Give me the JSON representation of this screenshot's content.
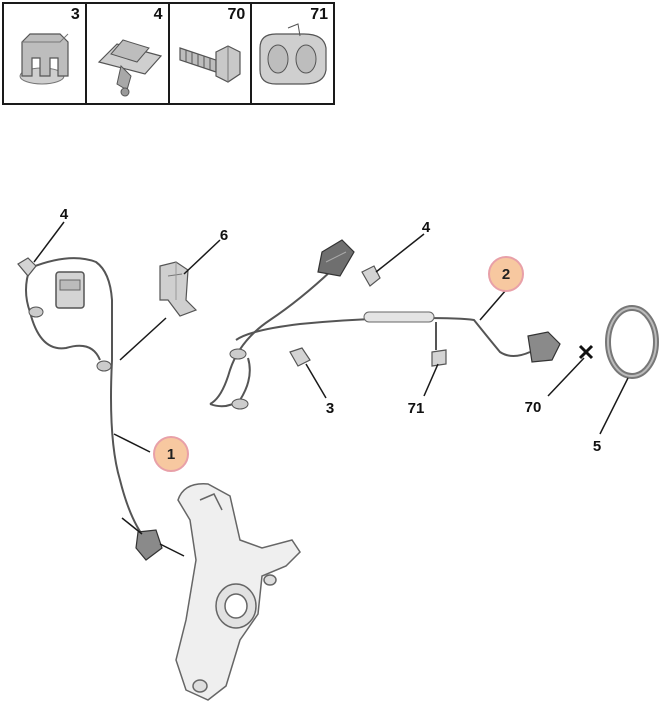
{
  "legend": {
    "cells": [
      {
        "number": "3",
        "icon": "clip-icon"
      },
      {
        "number": "4",
        "icon": "fastener-clip-icon"
      },
      {
        "number": "70",
        "icon": "bolt-icon"
      },
      {
        "number": "71",
        "icon": "double-cable-clip-icon"
      }
    ]
  },
  "callouts": {
    "c4_left": "4",
    "c6": "6",
    "c4_mid": "4",
    "c3": "3",
    "c71": "71",
    "c70": "70",
    "c5": "5"
  },
  "badges": {
    "b1": "1",
    "b2": "2"
  },
  "colors": {
    "badge_fill": "#f7c8a0",
    "badge_ring": "#e8a0a8",
    "line": "#1a1a1a",
    "part_fill": "#d9d9d9",
    "part_stroke": "#555555"
  }
}
